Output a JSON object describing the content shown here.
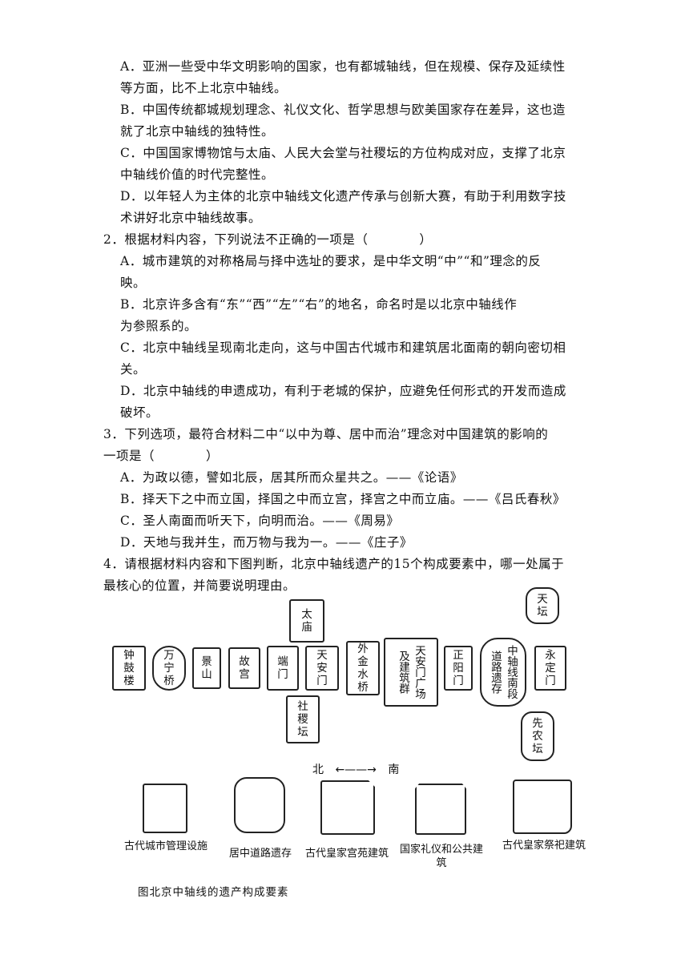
{
  "lines": [
    "A．亚洲一些受中华文明影响的国家，也有都城轴线，但在规模、保存及延续性",
    "等方面，比不上北京中轴线。",
    "B．中国传统都城规划理念、礼仪文化、哲学思想与欧美国家存在差异，这也造",
    "就了北京中轴线的独特性。",
    "C．中国国家博物馆与太庙、人民大会堂与社稷坛的方位构成对应，支撑了北京",
    "中轴线价值的时代完整性。",
    "D．以年轻人为主体的北京中轴线文化遗产传承与创新大赛，有助于利用数字技",
    "术讲好北京中轴线故事。",
    "2．根据材料内容，下列说法不正确的一项是（　　　　）",
    "A．城市建筑的对称格局与择中选址的要求，是中华文明“中”“和”理念的反",
    "映。",
    "B．北京许多含有“东”“西”“左”“右”的地名，命名时是以北京中轴线作",
    "为参照系的。",
    "C．北京中轴线呈现南北走向，这与中国古代城市和建筑居北面南的朝向密切相",
    "关。",
    "D．北京中轴线的申遗成功，有利于老城的保护，应避免任何形式的开发而造成",
    "破坏。",
    "3．下列选项，最符合材料二中“以中为尊、居中而治”理念对中国建筑的影响的",
    "一项是（　　　　）",
    "A．为政以德，譬如北辰，居其所而众星共之。——《论语》",
    "B．择天下之中而立国，择国之中而立宫，择宫之中而立庙。——《吕氏春秋》",
    "C．圣人南面而听天下，向明而治。——《周易》",
    "D．天地与我并生，而万物与我为一。——《庄子》",
    "4．请根据材料内容和下图判断，北京中轴线遗产的15个构成要素中，哪一处属于",
    "最核心的位置，并简要说明理由。"
  ],
  "diagram": {
    "elements": [
      "太庙",
      "钟鼓楼",
      "万宁桥",
      "景山",
      "故宫",
      "端门",
      "天安门",
      "社稷坛",
      "外金水桥",
      "天安门广场及建筑群",
      "正阳门",
      "中轴线南段道路遗存",
      "天坛",
      "永定门",
      "先农坛"
    ],
    "direction": {
      "north": "北",
      "arrow": "←——→",
      "south": "南"
    },
    "legend": [
      "古代城市管理设施",
      "居中道路遗存",
      "古代皇家宫苑建筑",
      "国家礼仪和公共建筑",
      "古代皇家祭祀建筑"
    ],
    "caption": "图北京中轴线的遗产构成要素"
  }
}
